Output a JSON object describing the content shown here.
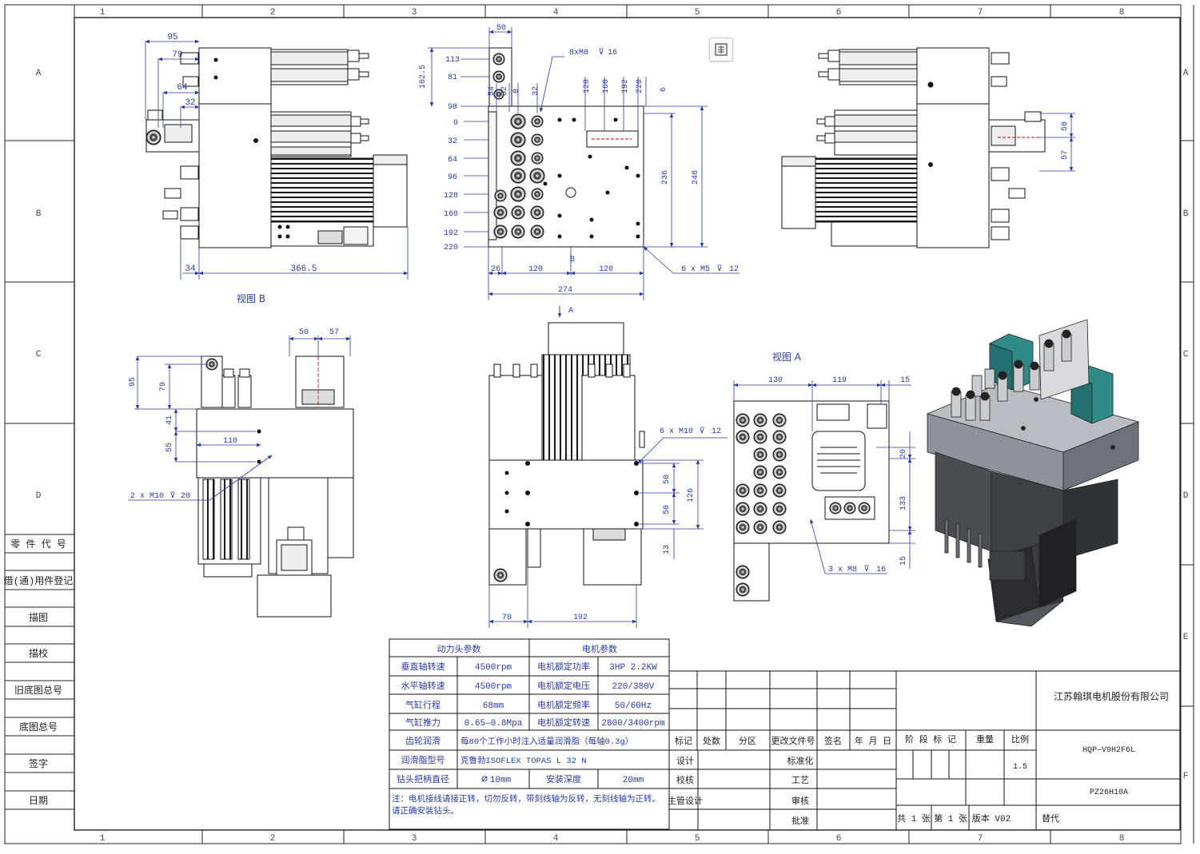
{
  "frame": {
    "col_numbers": [
      "1",
      "2",
      "3",
      "4",
      "5",
      "6",
      "7",
      "8"
    ],
    "row_letters": [
      "A",
      "B",
      "C",
      "D",
      "E",
      "F"
    ]
  },
  "left_block": [
    "零 件 代 号",
    "借(通)用件登记",
    "描图",
    "描校",
    "旧底图总号",
    "底图总号",
    "签字",
    "日期"
  ],
  "view_labels": {
    "view_b": "视图 B",
    "view_a": "视图 A",
    "arrow_a": "A",
    "arrow_b": "B"
  },
  "dims": {
    "v1": {
      "d95": "95",
      "d79": "79",
      "d64": "64",
      "d32": "32",
      "d34": "34",
      "d366": "366.5"
    },
    "v2": {
      "w50": "50",
      "h102": "102.5",
      "r113": "113",
      "r81": "81",
      "c54": "54",
      "c32": "32",
      "c0": "0",
      "c32b": "32",
      "thread": "8xM8",
      "depth16": "16",
      "t128": "128",
      "t160": "160",
      "t192": "192",
      "t220": "220",
      "t6": "6",
      "y": [
        "98",
        "0",
        "32",
        "64",
        "96",
        "128",
        "160",
        "192",
        "220"
      ],
      "h236": "236",
      "h248": "248",
      "b26": "26",
      "b120a": "120",
      "b120b": "120",
      "b274": "274",
      "m5": "6 x M5",
      "m5depth": "12"
    },
    "v3": {
      "d50": "50",
      "d57": "57"
    },
    "v4": {
      "d50": "50",
      "d57": "57",
      "d95": "95",
      "d79": "79",
      "d41": "41",
      "d55": "55",
      "d110": "110",
      "m10": "2 x M10",
      "m10depth": "20"
    },
    "v5": {
      "m10": "6 x M10",
      "m10depth": "12",
      "d50a": "50",
      "d50b": "50",
      "d126": "126",
      "d13": "13",
      "d70": "70",
      "d192": "192"
    },
    "v6": {
      "d130": "130",
      "d119": "119",
      "d15": "15",
      "d20": "20",
      "d133": "133",
      "d15b": "15",
      "m8": "3 x M8",
      "m8depth": "16"
    }
  },
  "param_table": {
    "header_left": "动力头参数",
    "header_right": "电机参数",
    "rows": [
      {
        "l1": "垂直轴转速",
        "v1": "4500rpm",
        "l2": "电机额定功率",
        "v2": "3HP  2.2KW"
      },
      {
        "l1": "水平轴转速",
        "v1": "4500rpm",
        "l2": "电机额定电压",
        "v2": "220/380V"
      },
      {
        "l1": "气缸行程",
        "v1": "68mm",
        "l2": "电机额定频率",
        "v2": "50/60Hz"
      },
      {
        "l1": "气缸推力",
        "v1": "0.65—0.8Mpa",
        "l2": "电机额定转速",
        "v2": "2800/3400rpm"
      }
    ],
    "lube_label": "齿轮润滑",
    "lube_text": "每80个工作小时注入适量润滑脂（每轴0.3g）",
    "grease_label": "润滑脂型号",
    "grease_text": "克鲁勃ISOFLEX TOPAS L 32 N",
    "shank_label": "钻头把柄直径",
    "shank_value": "10mm",
    "install_label": "安装深度",
    "install_value": "20mm",
    "note": "注：电机接线请接正转，切勿反转，带刻线轴为反转，无刻线轴为正转。请正确安装钻头。"
  },
  "title_block": {
    "company": "江苏翰琪电机股份有限公司",
    "drawing_name": "HQP—V9H2F6L",
    "drawing_no": "PZ26H10A",
    "stage": "阶 段 标 记",
    "weight": "重量",
    "scale_label": "比例",
    "scale": "1.5",
    "sheets": "共 1 张",
    "sheet_no": "第 1 张",
    "version": "版本 V02",
    "replace": "替代",
    "rev_header": [
      "标记",
      "处数",
      "分区",
      "更改文件号",
      "签名",
      "年 月 日"
    ],
    "roles": [
      "设计",
      "校核",
      "主管设计"
    ],
    "roles2": [
      "标准化",
      "工艺",
      "审核",
      "批准"
    ]
  }
}
